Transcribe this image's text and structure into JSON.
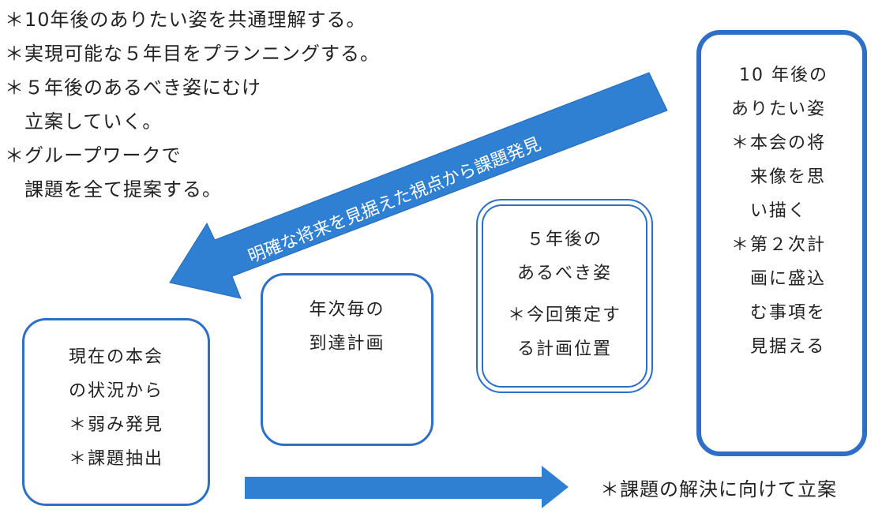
{
  "notes": [
    "＊10年後のありたい姿を共通理解する。",
    "＊実現可能な５年目をプランニングする。",
    "＊５年後のあるべき姿にむけ",
    "　立案していく。",
    "＊グループワークで",
    "　課題を全て提案する。"
  ],
  "arrow_label": "明確な将来を見据えた視点から課題発見",
  "box_current": [
    "現在の本会",
    "の状況から",
    "＊弱み発見",
    "＊課題抽出"
  ],
  "box_annual": [
    "年次毎の",
    "到達計画"
  ],
  "box_5yr": {
    "title": [
      "５年後の",
      "あるべき姿"
    ],
    "notes": [
      "＊今回策定す",
      "る計画位置"
    ]
  },
  "box_10yr": [
    "10 年後の",
    "ありたい姿",
    "＊本会の将",
    "　来像を思",
    "　い描く",
    "＊第２次計",
    "　画に盛込",
    "　む事項を",
    "　見据える"
  ],
  "footer": "＊課題の解決に向けて立案",
  "colors": {
    "accent": "#2d6fc7",
    "arrow": "#2f80d2"
  }
}
